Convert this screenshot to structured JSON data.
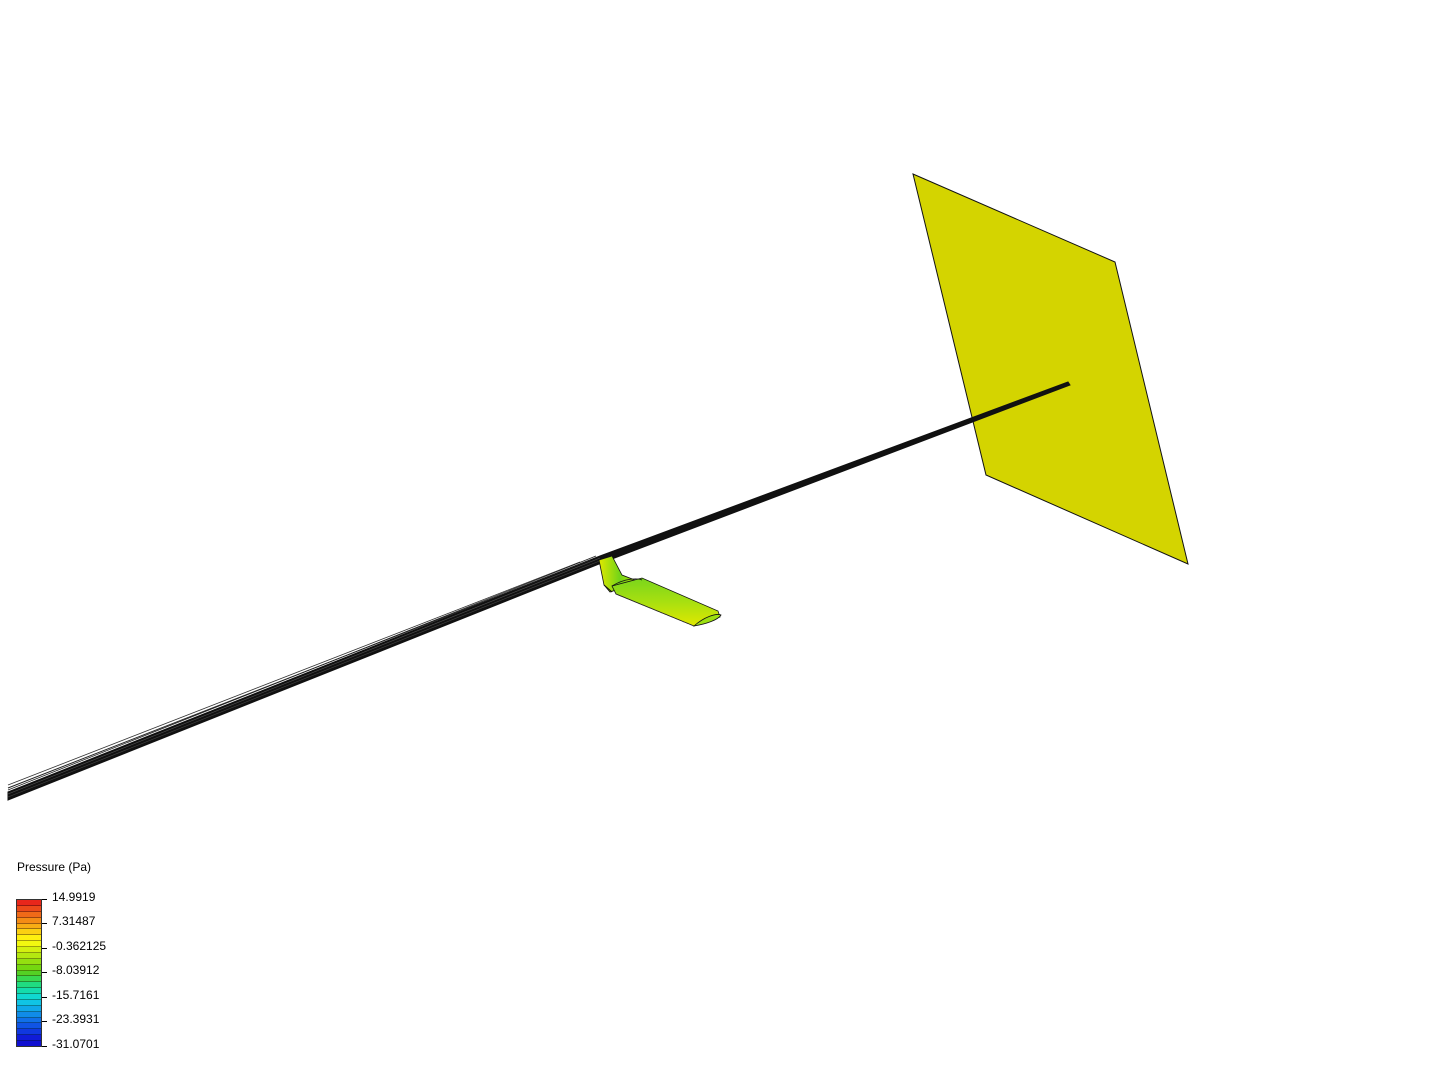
{
  "legend": {
    "title": "Pressure (Pa)",
    "ticks": [
      "14.9919",
      "7.31487",
      "-0.362125",
      "-8.03912",
      "-15.7161",
      "-23.3931",
      "-31.0701"
    ],
    "band_colors": [
      "#e8271b",
      "#ec4a1a",
      "#f06a18",
      "#f48c16",
      "#f8ad14",
      "#fbd012",
      "#fef010",
      "#f2f810",
      "#d3f010",
      "#b4e810",
      "#94e010",
      "#74d810",
      "#54d024",
      "#38d850",
      "#20dc80",
      "#14dcac",
      "#10d8d0",
      "#10c4e4",
      "#10a8e8",
      "#108ce8",
      "#1070e8",
      "#1054e4",
      "#1038e0",
      "#101cd8",
      "#1010d0"
    ]
  },
  "scene": {
    "panel_color": "#d4d400",
    "boom_color": "#111111",
    "wing_colors": [
      "#7cd420",
      "#c8e400",
      "#e8e800"
    ]
  }
}
